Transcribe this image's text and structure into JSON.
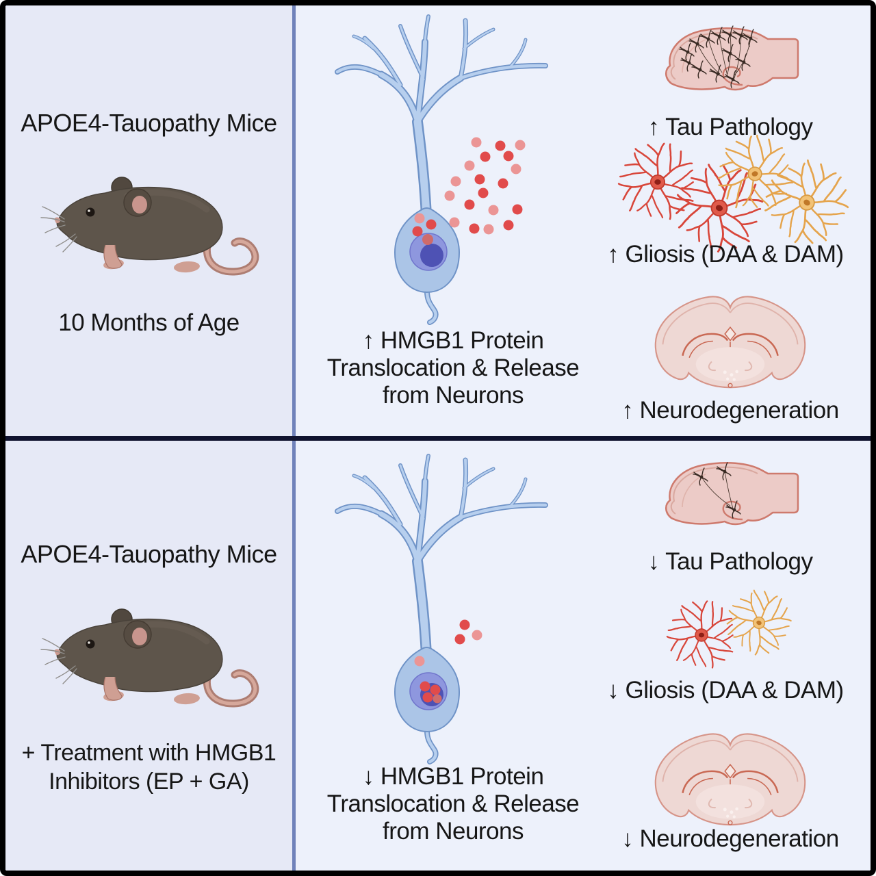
{
  "figure": {
    "type": "graphical-abstract",
    "colors": {
      "panel_left_bg": "#e6e9f6",
      "panel_right_bg": "#edf1fb",
      "divider_vertical": "#7082ba",
      "divider_horizontal": "#10132f",
      "border": "#000000",
      "text": "#161616",
      "neuron_blue": "#b7cfee",
      "hmgb1_dot_red": "#e14b4b",
      "astrocyte_red": "#d8463a",
      "microglia_orange": "#e5a44c",
      "brain_pink": "#eccbc7"
    },
    "panels": {
      "top_left": {
        "title": "APOE4-Tauopathy Mice",
        "subtitle": "10 Months of Age",
        "illustration": "mouse"
      },
      "top_main": {
        "illustration": "neuron-releasing-hmgb1",
        "caption": [
          "↑ HMGB1 Protein",
          "Translocation & Release",
          "from Neurons"
        ],
        "outcomes": [
          {
            "icon": "hippocampus-tau-illustration",
            "label": "↑ Tau Pathology"
          },
          {
            "icon": "glial-cells-illustration",
            "label": "↑ Gliosis (DAA & DAM)"
          },
          {
            "icon": "coronal-brain-illustration",
            "label": "↑ Neurodegeneration"
          }
        ]
      },
      "bottom_left": {
        "title": "APOE4-Tauopathy Mice",
        "subtitle_lines": [
          "+ Treatment with HMGB1",
          "Inhibitors (EP + GA)"
        ],
        "illustration": "mouse"
      },
      "bottom_main": {
        "illustration": "neuron-retaining-hmgb1",
        "caption": [
          "↓ HMGB1 Protein",
          "Translocation & Release",
          "from Neurons"
        ],
        "outcomes": [
          {
            "icon": "hippocampus-tau-illustration",
            "label": "↓ Tau Pathology"
          },
          {
            "icon": "glial-cells-illustration",
            "label": "↓ Gliosis (DAA & DAM)"
          },
          {
            "icon": "coronal-brain-illustration",
            "label": "↓ Neurodegeneration"
          }
        ]
      }
    }
  }
}
